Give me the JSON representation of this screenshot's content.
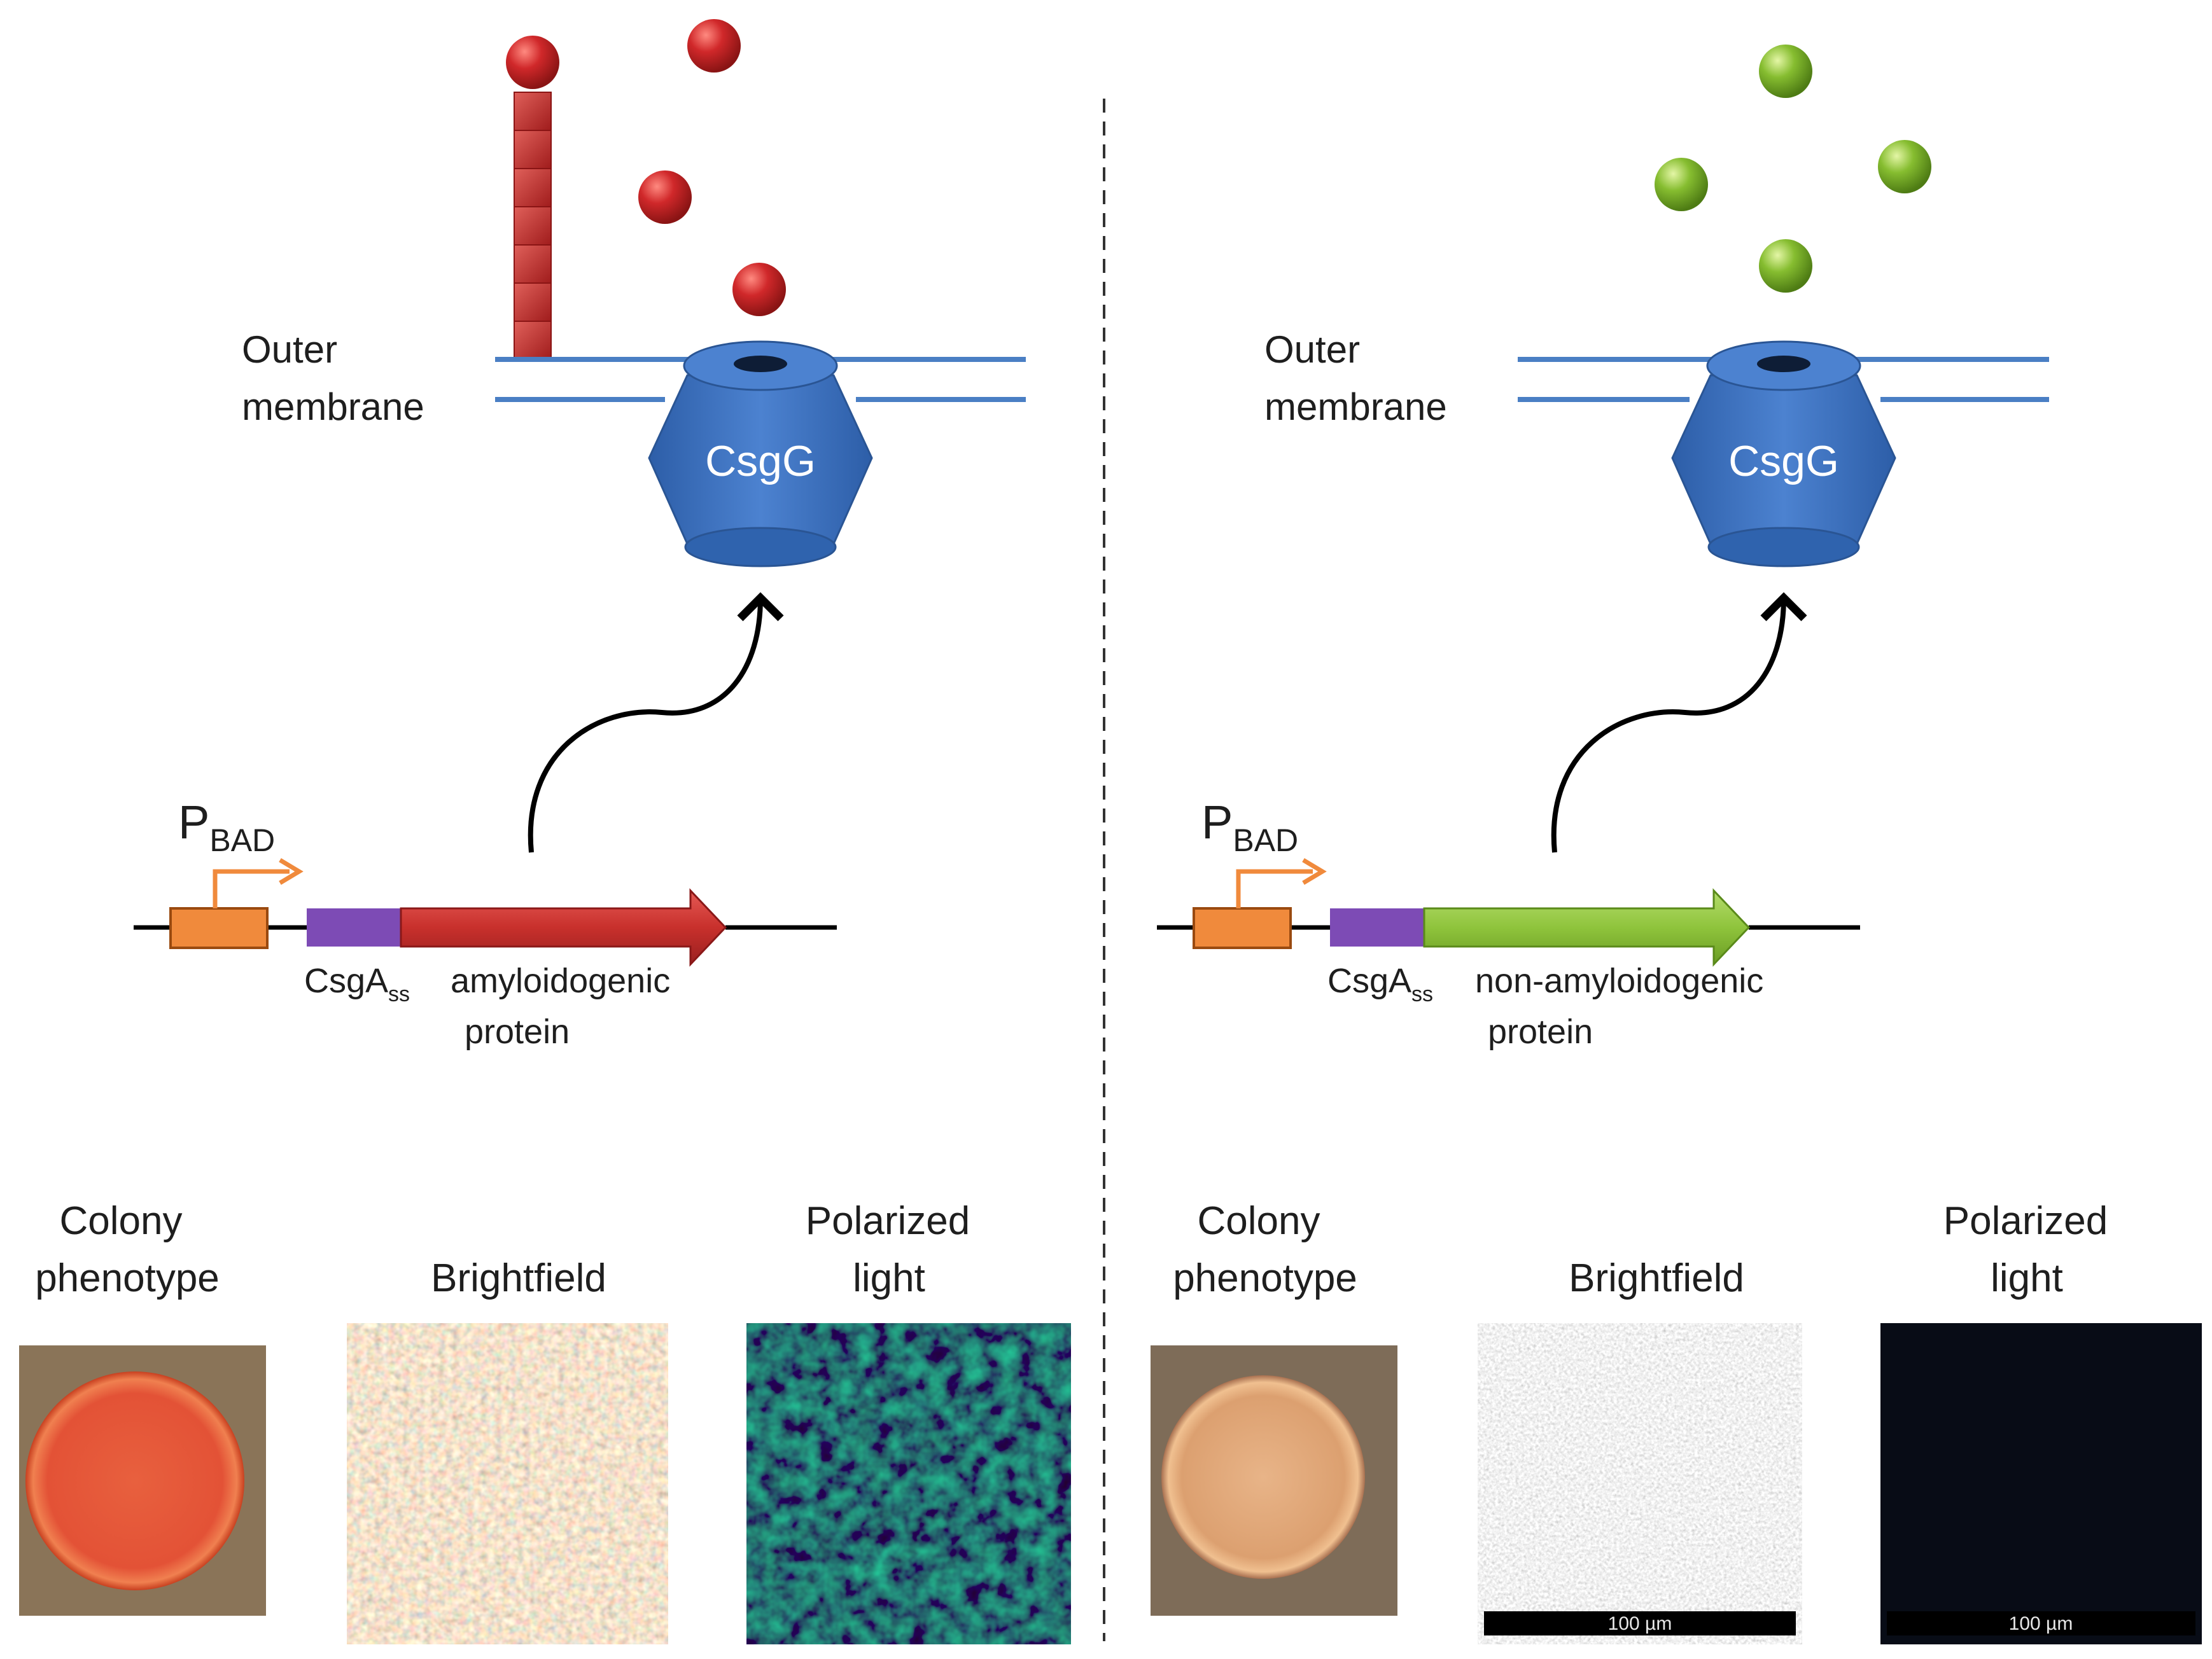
{
  "membrane_label_line1": "Outer",
  "membrane_label_line2": "membrane",
  "pore_label": "CsgG",
  "promoter_label_main": "P",
  "promoter_label_sub": "BAD",
  "signal_label_main": "CsgA",
  "signal_label_sub": "ss",
  "left_panel": {
    "protein_label_line1": "amyloidogenic",
    "protein_label_line2": "protein",
    "protein_color": "#c8302c",
    "sphere_color": "#d0282a"
  },
  "right_panel": {
    "protein_label_line1": "non-amyloidogenic",
    "protein_label_line2": "protein",
    "protein_color": "#8fc43c",
    "sphere_color": "#86bd30"
  },
  "images": {
    "colony_line1": "Colony",
    "colony_line2": "phenotype",
    "brightfield": "Brightfield",
    "polarized_line1": "Polarized",
    "polarized_line2": "light",
    "scale_bar": "100 µm"
  },
  "colors": {
    "membrane": "#4a7fc4",
    "pore": "#3a6fbf",
    "promoter": "#f08a3c",
    "signal_peptide": "#7d4bb5"
  }
}
